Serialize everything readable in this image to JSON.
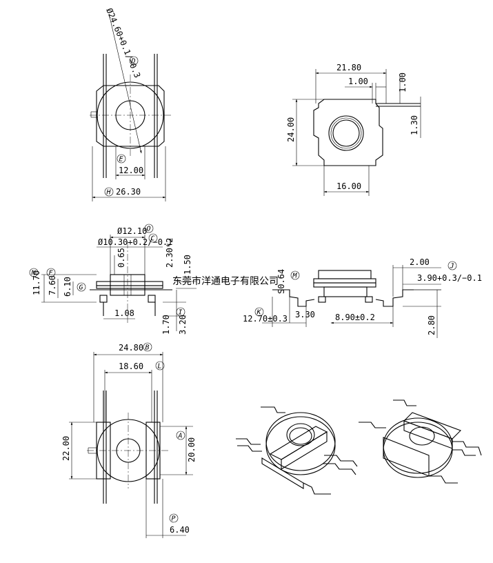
{
  "watermark": "东莞市洋通电子有限公司",
  "views": {
    "top": {
      "dims": {
        "dia_outer": "Ø24.60+0.1/−0.3",
        "width_inner": "12.00",
        "width_total": "26.30"
      },
      "labels": {
        "d": "D",
        "e": "E",
        "h": "H"
      }
    },
    "right_top": {
      "dims": {
        "width": "21.80",
        "pin_w": "1.00",
        "pin_t": "1.00",
        "height": "24.00",
        "pin_off": "1.30",
        "bottom_w": "16.00"
      }
    },
    "side": {
      "dims": {
        "dia_top": "Ø12.10",
        "dia_bore": "Ø10.30+0.2/−0.1",
        "gap": "0.65",
        "pin_h": "2.30*2",
        "flange": "1.50",
        "h_total": "11.70",
        "h_mid": "7.60",
        "h_inner": "6.10",
        "pin_w": "1.08",
        "foot": "1.70",
        "base": "3.20"
      },
      "labels": {
        "o": "O",
        "c": "C",
        "n": "N",
        "f": "F",
        "g": "G",
        "i": "I"
      }
    },
    "front": {
      "dims": {
        "s_dim": "S0.64",
        "pin_len": "2.00",
        "pin_thk": "3.90+0.3/−0.1",
        "span": "12.70±0.3",
        "inner": "3.30",
        "width": "8.90±0.2",
        "h": "2.80"
      },
      "labels": {
        "m": "M",
        "j": "J",
        "k": "K"
      }
    },
    "bottom": {
      "dims": {
        "width_total": "24.80",
        "width_inner": "18.60",
        "height_outer": "22.00",
        "height_inner": "20.00",
        "pin_dist": "6.40"
      },
      "labels": {
        "b": "B",
        "l": "L",
        "a": "A",
        "p": "P"
      }
    }
  }
}
